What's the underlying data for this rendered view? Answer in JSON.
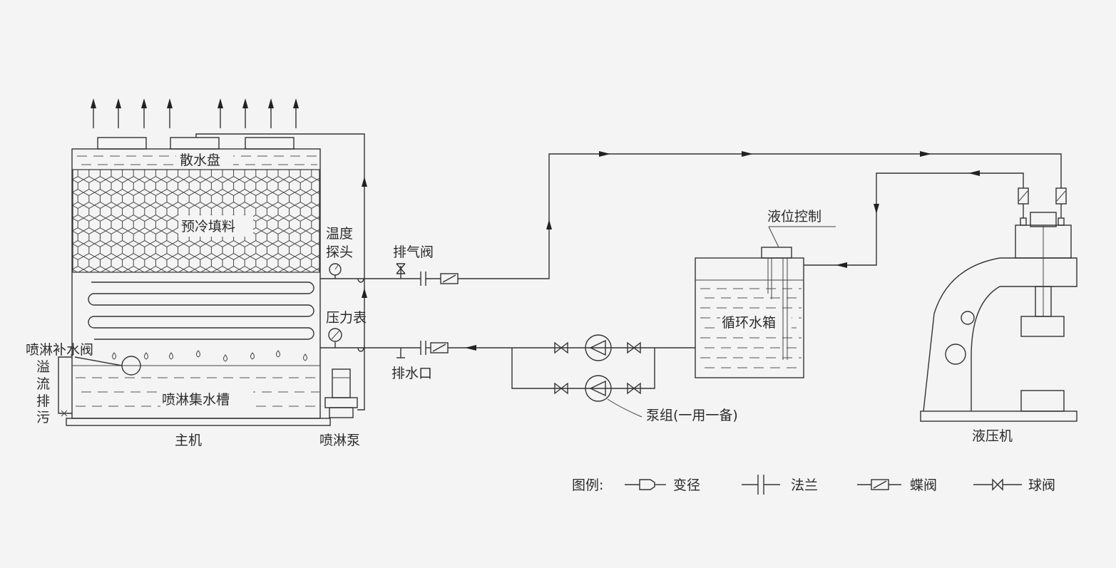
{
  "colors": {
    "line": "#333333",
    "background": "#f4f4f4",
    "text": "#2b2b2b"
  },
  "labels": {
    "distribution_tray": "散水盘",
    "precool_fill": "预冷填料",
    "temp_probe_1": "温度",
    "temp_probe_2": "探头",
    "vent_valve": "排气阀",
    "pressure_gauge": "压力表",
    "spray_makeup_valve": "喷淋补水阀",
    "overflow_1": "溢",
    "overflow_2": "流",
    "overflow_3": "排",
    "overflow_4": "污",
    "spray_basin": "喷淋集水槽",
    "main_unit": "主机",
    "spray_pump": "喷淋泵",
    "drain_outlet": "排水口",
    "level_control": "液位控制",
    "circulating_tank": "循环水箱",
    "pump_group": "泵组(一用一备)",
    "hydraulic_press": "液压机"
  },
  "legend": {
    "title": "图例:",
    "items": [
      {
        "icon": "reducer-icon",
        "label": "变径"
      },
      {
        "icon": "flange-icon",
        "label": "法兰"
      },
      {
        "icon": "butterfly-valve-icon",
        "label": "蝶阀"
      },
      {
        "icon": "ball-valve-icon",
        "label": "球阀"
      }
    ]
  }
}
